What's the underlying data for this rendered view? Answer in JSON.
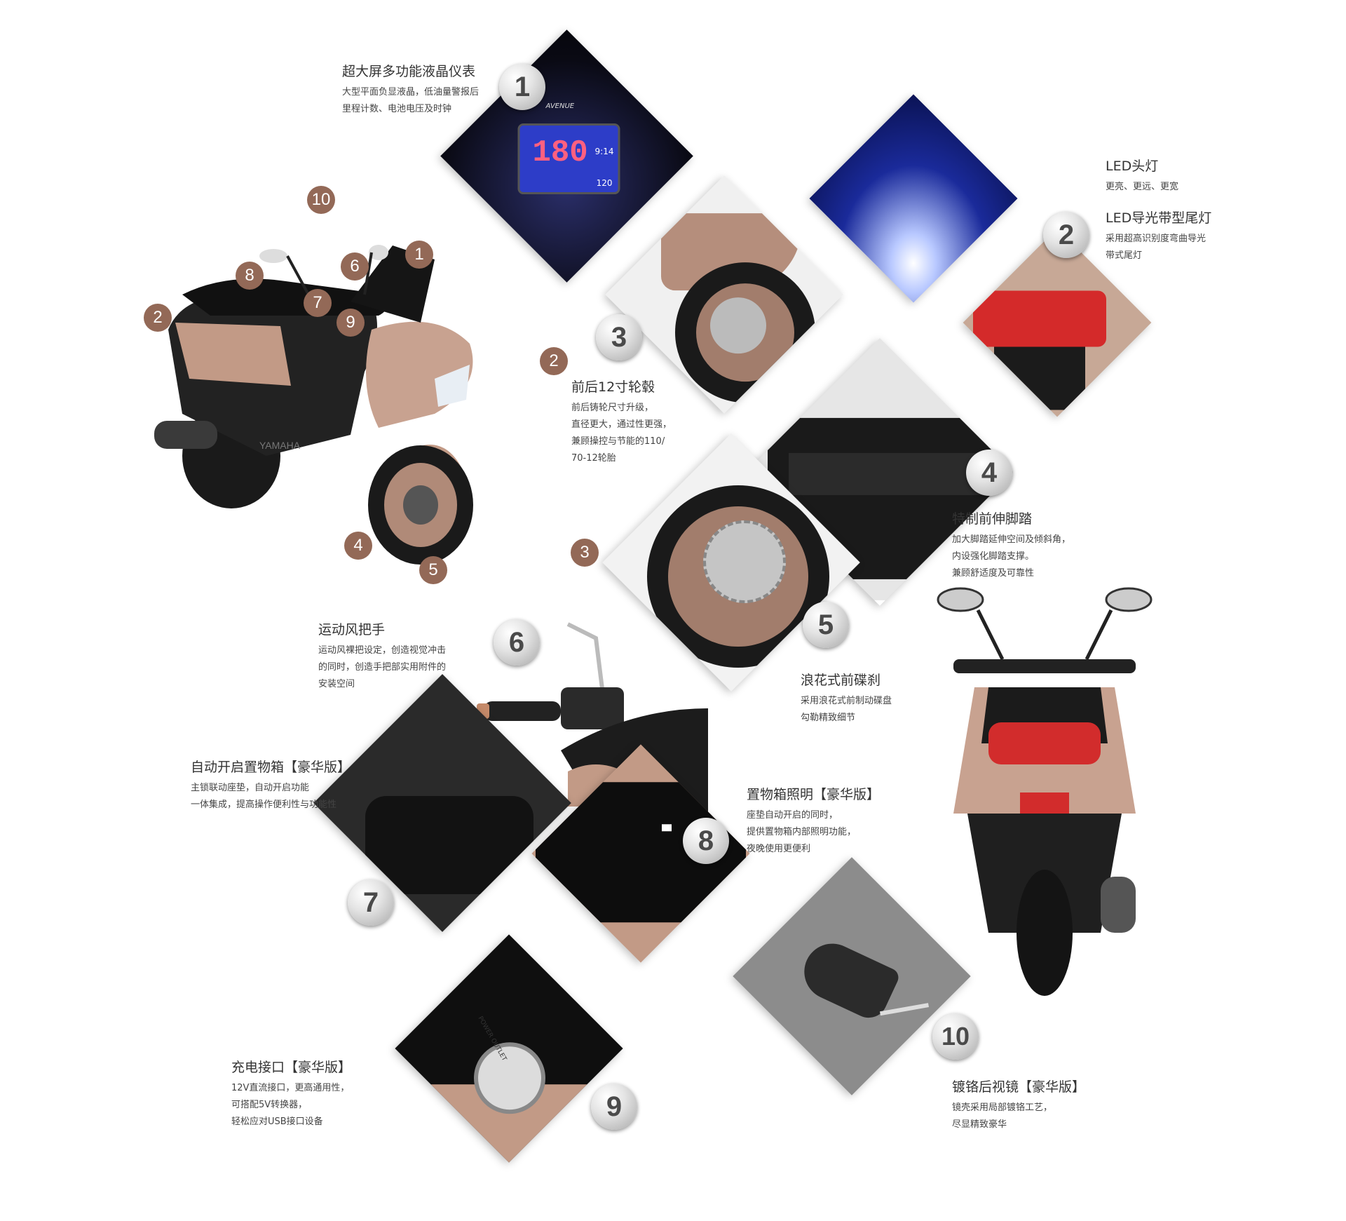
{
  "features": {
    "f1": {
      "num": "1",
      "title": "超大屏多功能液晶仪表",
      "desc": [
        "大型平面负显液晶，低油量警报后",
        "里程计数、电池电压及时钟"
      ]
    },
    "f2a": {
      "title": "LED头灯",
      "desc": [
        "更亮、更远、更宽"
      ]
    },
    "f2b": {
      "num": "2",
      "title": "LED导光带型尾灯",
      "desc": [
        "采用超高识别度弯曲导光",
        "带式尾灯"
      ]
    },
    "f3": {
      "num": "3",
      "title": "前后12寸轮毂",
      "desc": [
        "前后铸轮尺寸升级，",
        "直径更大，通过性更强，",
        "兼顾操控与节能的110/",
        "70-12轮胎"
      ]
    },
    "f4": {
      "num": "4",
      "title": "特制前伸脚踏",
      "desc": [
        "加大脚踏延伸空间及倾斜角，",
        "内设强化脚踏支撑。",
        "兼顾舒适度及可靠性"
      ]
    },
    "f5": {
      "num": "5",
      "title": "浪花式前碟刹",
      "desc": [
        "采用浪花式前制动碟盘",
        "勾勒精致细节"
      ]
    },
    "f6": {
      "num": "6",
      "title": "运动风把手",
      "desc": [
        "运动风裸把设定，创造视觉冲击",
        "的同时，创造手把部实用附件的",
        "安装空间"
      ]
    },
    "f7": {
      "num": "7",
      "title": "自动开启置物箱【豪华版】",
      "desc": [
        "主锁联动座垫，自动开启功能",
        "一体集成，提高操作便利性与功能性"
      ]
    },
    "f8": {
      "num": "8",
      "title": "置物箱照明【豪华版】",
      "desc": [
        "座垫自动开启的同时，",
        "提供置物箱内部照明功能，",
        "夜晚使用更便利"
      ]
    },
    "f9": {
      "num": "9",
      "title": "充电接口【豪华版】",
      "desc": [
        "12V直流接口，更高通用性，",
        "可搭配5V转换器，",
        "轻松应对USB接口设备"
      ]
    },
    "f10": {
      "num": "10",
      "title": "镀铬后视镜【豪华版】",
      "desc": [
        "镜壳采用局部镀铬工艺，",
        "尽显精致豪华"
      ]
    }
  },
  "photos": {
    "dash_speed": "180",
    "dash_brand": "AVENUE",
    "dash_time": "9:14",
    "dash_odo": "120",
    "body_brand": "YAMAHA",
    "outlet_label": "POWER OUTLET"
  },
  "scooter_markers": [
    "10",
    "8",
    "6",
    "1",
    "2",
    "7",
    "9",
    "2",
    "4",
    "5",
    "3"
  ],
  "colors": {
    "accent": "#936957",
    "bronze": "#c8a290",
    "dark": "#1c1c1c"
  }
}
